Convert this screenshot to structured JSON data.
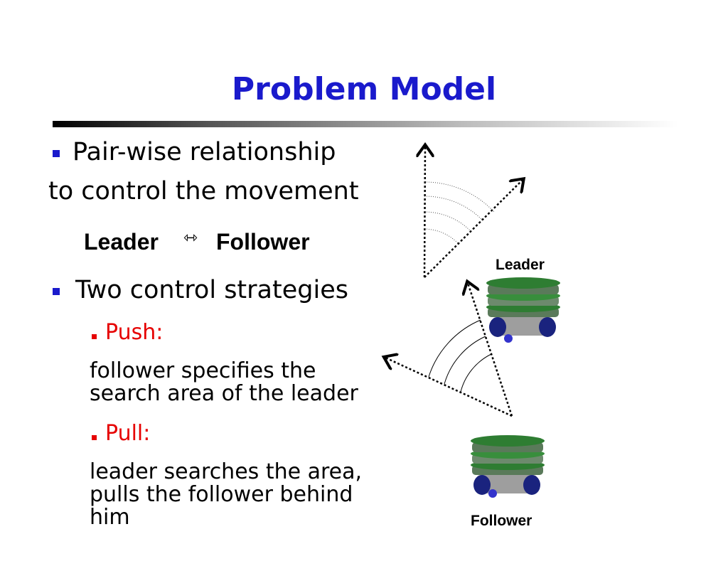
{
  "slide": {
    "title": "Problem Model",
    "bullet1_line1": "Pair-wise relationship",
    "bullet1_line2": "to control the movement",
    "relation_leader": "Leader",
    "relation_arrow": "⇿",
    "relation_follower": "Follower",
    "bullet2": "Two control strategies",
    "push_label": "Push:",
    "push_desc_line1": "follower specifies the",
    "push_desc_line2": "search area of the leader",
    "pull_label": "Pull:",
    "pull_desc_line1": "leader searches the area,",
    "pull_desc_line2": "pulls the follower behind",
    "pull_desc_line3": "him"
  },
  "diagram": {
    "leader_label": "Leader",
    "follower_label": "Follower",
    "robot_top_color": "#2e7d32",
    "robot_wheel_color": "#1a237e"
  },
  "colors": {
    "title": "#1a1acc",
    "bullet": "#1a1acc",
    "sub_bullet": "#e60000"
  }
}
